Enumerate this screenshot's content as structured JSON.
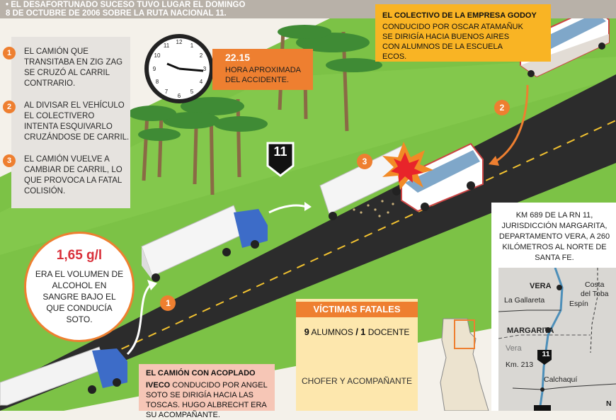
{
  "header": {
    "line1": "• EL DESAFORTUNADO SUCESO TUVO LUGAR EL DOMINGO",
    "line2": "8 DE OCTUBRE DE 2006 SOBRE LA RUTA NACIONAL 11."
  },
  "steps": [
    {
      "num": "1",
      "text": "EL CAMIÓN QUE TRANSITABA EN ZIG ZAG SE CRUZÓ AL CARRIL CONTRARIO."
    },
    {
      "num": "2",
      "text": "AL DIVISAR EL VEHÍCULO EL COLECTIVERO INTENTA ESQUIVARLO CRUZÁNDOSE DE CARRIL."
    },
    {
      "num": "3",
      "text": "EL CAMIÓN VUELVE A CAMBIAR DE CARRIL, LO QUE PROVOCA LA FATAL COLISIÓN."
    }
  ],
  "clock": {
    "time": "22.15",
    "caption": "HORA APROXIMADA DEL ACCIDENTE."
  },
  "bus": {
    "title": "EL COLECTIVO DE LA EMPRESA GODOY",
    "text": "CONDUCIDO POR OSCAR ATAMAÑUK SE DIRIGÍA HACIA BUENOS AIRES CON ALUMNOS DE LA ESCUELA ECOS."
  },
  "alcohol": {
    "value": "1,65 g/l",
    "text": "ERA EL VOLUMEN DE ALCOHOL EN SANGRE BAJO EL QUE CONDUCÍA SOTO."
  },
  "truck": {
    "title": "EL CAMIÓN CON ACOPLADO",
    "brand": "IVECO",
    "text": "CONDUCIDO POR ANGEL SOTO SE DIRIGÍA HACIA LAS TOSCAS. HUGO ALBRECHT ERA SU ACOMPAÑANTE."
  },
  "route_sign": "11",
  "markers": {
    "m1": "1",
    "m2": "2",
    "m3": "3"
  },
  "victims": {
    "title": "VÍCTIMAS FATALES",
    "alumnos_count": "9",
    "alumnos_label": "ALUMNOS",
    "separator": "/",
    "docente_count": "1",
    "docente_label": "DOCENTE",
    "chofer": "CHOFER Y ACOMPAÑANTE"
  },
  "location": {
    "text": "KM 689 DE LA RN 11, JURISDICCIÓN MARGARITA, DEPARTAMENTO VERA, A 260 KILÓMETROS AL NORTE DE SANTA FE.",
    "map_labels": {
      "vera": "VERA",
      "costa": "Costa",
      "del_toba": "del Toba",
      "la_gallareta": "La Gallareta",
      "espin": "Espín",
      "margarita": "MARGARITA",
      "vera_dept": "Vera",
      "km213": "Km. 213",
      "calchaqui": "Calchaquí",
      "north": "N",
      "route": "11"
    }
  },
  "colors": {
    "orange": "#ee7f30",
    "yellow": "#f9b424",
    "grass": "#7bc043",
    "road": "#2b2b2b",
    "red": "#d9303a"
  }
}
